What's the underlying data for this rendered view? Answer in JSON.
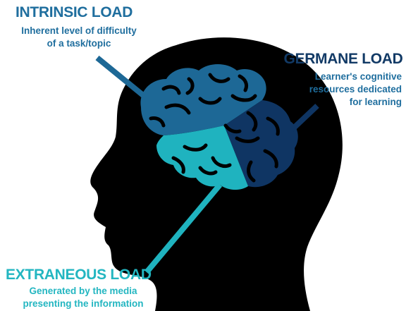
{
  "intrinsic": {
    "title": "INTRINSIC LOAD",
    "desc_line1": "Inherent level of difficulty",
    "desc_line2": "of a task/topic"
  },
  "germane": {
    "title": "GERMANE LOAD",
    "desc_line1": "Learner's cognitive",
    "desc_line2": "resources dedicated",
    "desc_line3": "for learning"
  },
  "extraneous": {
    "title": "EXTRANEOUS LOAD",
    "desc_line1": "Generated by the media",
    "desc_line2": "presenting the information"
  },
  "colors": {
    "head": "#000000",
    "intrinsic": "#1d6896",
    "germane": "#0f3563",
    "extraneous": "#1fb3bf",
    "brain_lines": "#000000"
  }
}
